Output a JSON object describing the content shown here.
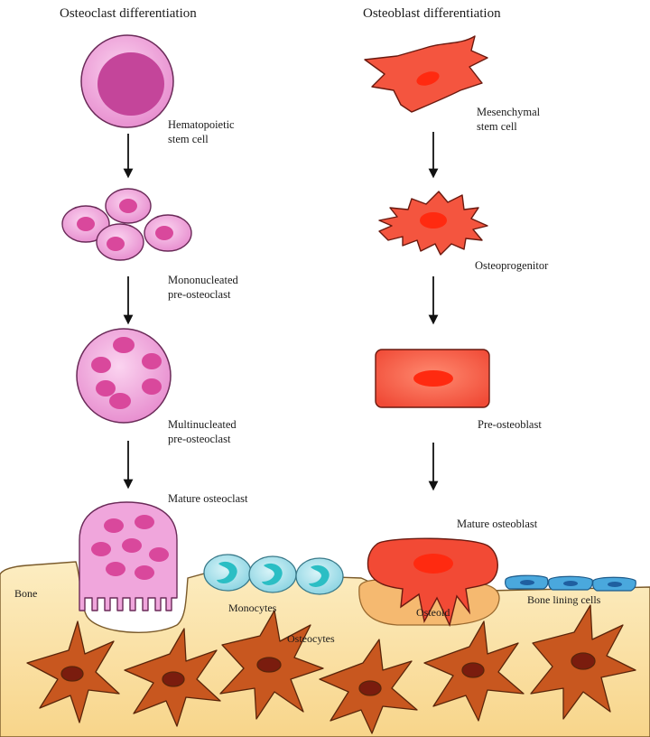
{
  "titles": {
    "osteoclast": "Osteoclast differentiation",
    "osteoblast": "Osteoblast differentiation"
  },
  "osteoclast_stages": [
    {
      "line1": "Hematopoietic",
      "line2": "stem cell"
    },
    {
      "line1": "Mononucleated",
      "line2": "pre-osteoclast"
    },
    {
      "line1": "Multinucleated",
      "line2": "pre-osteoclast"
    },
    {
      "line1": "Mature osteoclast",
      "line2": ""
    }
  ],
  "osteoblast_stages": [
    {
      "line1": "Mesenchymal",
      "line2": "stem cell"
    },
    {
      "line1": "Osteoprogenitor",
      "line2": ""
    },
    {
      "line1": "Pre-osteoblast",
      "line2": ""
    },
    {
      "line1": "Mature osteoblast",
      "line2": ""
    }
  ],
  "bone_labels": {
    "bone": "Bone",
    "monocytes": "Monocytes",
    "osteocytes": "Osteocytes",
    "osteoid": "Osteoid",
    "lining_cells": "Bone lining cells"
  },
  "colors": {
    "osteoclast_fill": "#f0a6dc",
    "osteoclast_nucleus": "#d9489c",
    "osteoblast_fill": "#f4553f",
    "osteoblast_nucleus": "#ff2a10",
    "bone_fill": "#fbe3a8",
    "osteocyte_fill": "#c8571f",
    "osteocyte_nucleus": "#7a1c0e",
    "monocyte_fill": "#a6e1ec",
    "monocyte_nucleus": "#2bbec4",
    "lining_cell_fill": "#4aa8dd",
    "osteoid_fill": "#f5b970"
  }
}
